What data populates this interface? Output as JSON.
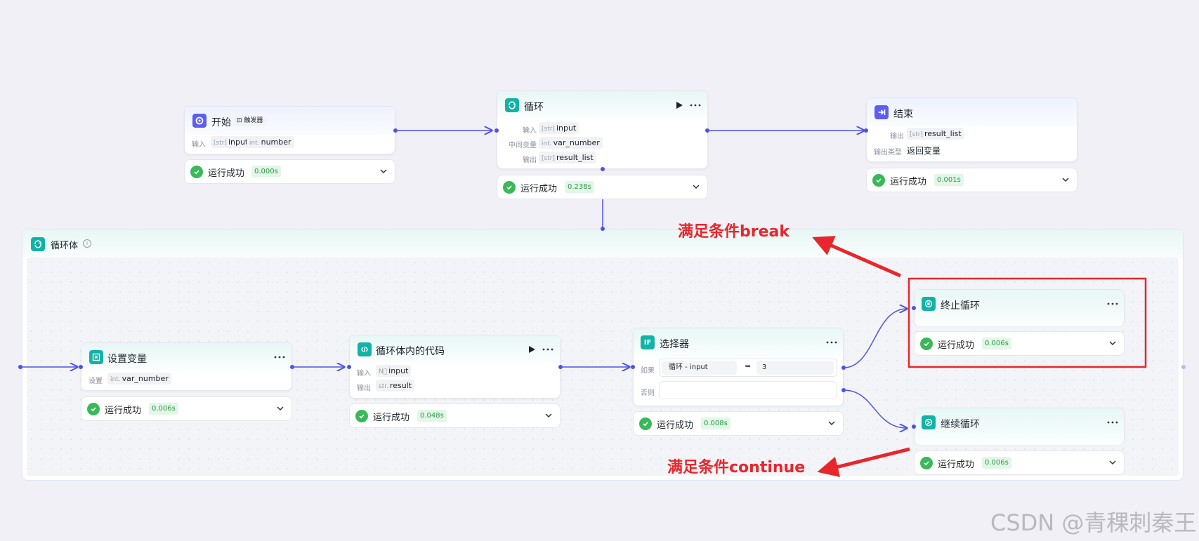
{
  "colors": {
    "accent": "#4d53e8",
    "success": "#3ab85a",
    "annotation": "#e8262c",
    "teal": "#12b3a6"
  },
  "start": {
    "title": "开始",
    "tag": "触发器",
    "input_label": "输入",
    "params": [
      {
        "type": "[str]",
        "name": "input"
      },
      {
        "type": "int.",
        "name": "number"
      }
    ],
    "status": "运行成功",
    "time": "0.000s"
  },
  "loop": {
    "title": "循环",
    "rows": [
      {
        "label": "输入",
        "type": "[str]",
        "value": "input"
      },
      {
        "label": "中间变量",
        "type": "int.",
        "value": "var_number"
      },
      {
        "label": "输出",
        "type": "[str]",
        "value": "result_list"
      }
    ],
    "status": "运行成功",
    "time": "0.238s"
  },
  "end": {
    "title": "结束",
    "output_label": "输出",
    "output_type": "[str]",
    "output_value": "result_list",
    "return_label": "输出类型",
    "return_value": "返回变量",
    "status": "运行成功",
    "time": "0.001s"
  },
  "loop_body": {
    "title": "循环体"
  },
  "setvar": {
    "title": "设置变量",
    "label": "设置",
    "type": "int.",
    "value": "var_number",
    "status": "运行成功",
    "time": "0.006s"
  },
  "code": {
    "title": "循环体内的代码",
    "in_label": "输入",
    "in_type": "N⃝",
    "in_value": "input",
    "out_label": "输出",
    "out_type": "str.",
    "out_value": "result",
    "status": "运行成功",
    "time": "0.048s"
  },
  "selector": {
    "title": "选择器",
    "icon_text": "IF",
    "if_label": "如果",
    "cond_left": "循环 - input",
    "operator": "=",
    "cond_right": "3",
    "else_label": "否则",
    "status": "运行成功",
    "time": "0.008s"
  },
  "break_node": {
    "title": "终止循环",
    "status": "运行成功",
    "time": "0.006s"
  },
  "continue_node": {
    "title": "继续循环",
    "status": "运行成功",
    "time": "0.006s"
  },
  "annotations": {
    "break": "满足条件break",
    "continue": "满足条件continue"
  },
  "watermark": "CSDN @青稞刺秦王"
}
